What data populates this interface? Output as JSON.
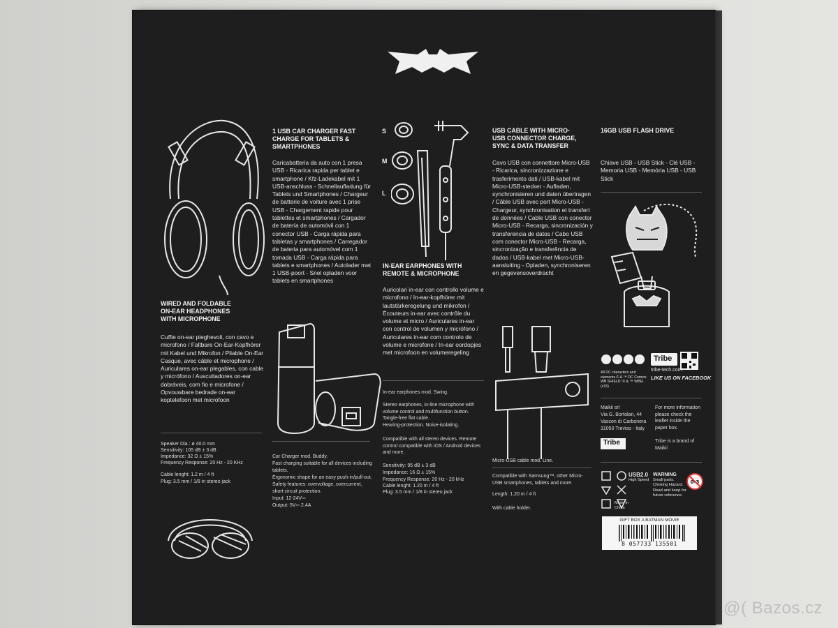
{
  "headphones": {
    "title": "WIRED AND FOLDABLE ON-EAR HEADPHONES WITH MICROPHONE",
    "body": "Cuffie on-ear pieghevoli, con cavo e microfono / Faltbare On-Ear-Kopfhörer mit Kabel und Mikrofon / Pliable On-Ear Casque, avec câble et microphone / Auriculares on-ear plegables, con cable y micrófono / Auscultadores on-ear dobráveis, com fio e microfone / Opvouwbare bedrade on-ear koptelefoon met microfoon",
    "spec1": "Speaker Dia.: ø 40.0 mm",
    "spec2": "Sensitivity: 105 dB ± 3 dB",
    "spec3": "Impedance: 32 Ω ± 15%",
    "spec4": "Frequency Response: 20 Hz - 20 KHz",
    "spec5": "Cable lenght: 1.2 m / 4 ft",
    "spec6": "Plug: 3.5 mm / 1/8 in stereo jack"
  },
  "charger": {
    "title": "1 USB CAR CHARGER FAST CHARGE FOR TABLETS & SMARTPHONES",
    "body": "Caricabatteria da auto con 1 presa USB - Ricarica rapida per tablet e smartphone / Kfz-Ladekabel mit 1 USB-anschluss - Schnellaufladung für Tablets und Smartphones / Chargeur de batterie de voiture avec 1 prise USB - Chargement rapide pour tablettes et smartphones / Cargador de batería de automóvil con 1 conector USB - Carga rápida para tabletas y smartphones / Carregador de bateria para automóvel com 1 tomada USB - Carga rápida para tablets e smartphones / Autolader met 1 USB-poort - Snel opladen voor tablets en smartphones",
    "spec1": "Car Charger mod. Buddy.",
    "spec2": "Fast charging suitable for all devices including tablets.",
    "spec3": "Ergonomic shape for an easy push-in/pull-out.",
    "spec4": "Safety features: overvoltage, overcurrent, short circuit protection.",
    "spec5": "Input: 12-24V⎓",
    "spec6": "Output: 5V⎓ 2.4A"
  },
  "earphones": {
    "size_s": "S",
    "size_m": "M",
    "size_l": "L",
    "title": "IN-EAR EARPHONES WITH REMOTE & MICROPHONE",
    "body": "Auricolari in-ear con controllo volume e microfono / In-ear-kopfhörer mit lautstärkeregelung und mikrofon / Écouteurs in-ear avec contrôle du volume et micro / Auriculares in-ear con control de volumen y micrófono / Auriculares in-ear com controlo de volume e microfone / In-ear oordopjes met microfoon en volumeregeling",
    "spec1": "In-ear earphones mod. Swing.",
    "spec2": "Stereo earphones, in-line microphone with volume control and multifunction button. Tangle-free flat cable.",
    "spec3": "Hearing-protection. Noise-isolating.",
    "spec4": "Compatible with all stereo devices. Remote control compatible with iOS / Android devices and more.",
    "spec5": "Sensitivity: 95 dB ± 3 dB",
    "spec6": "Impedance: 16 Ω ± 15%",
    "spec7": "Frequency Response: 20 Hz - 20 kHz",
    "spec8": "Cable lenght: 1.20 m / 4 ft",
    "spec9": "Plug: 3.5 mm / 1/8 in stereo jack"
  },
  "cable": {
    "title": "USB CABLE WITH MICRO-USB CONNECTOR CHARGE, SYNC & DATA TRANSFER",
    "body": "Cavo USB con connettore Micro-USB - Ricarica, sincronizzazione e trasferimento dati / USB-kabel mit Micro-USB-stecker - Aufladen, synchronisieren und daten übertragen / Câble USB avec port Micro-USB - Chargeur, synchronisation et transfert de données / Cable USB con conector Micro-USB - Recarga, sincronización y transferencia de datos / Cabo USB com conector Micro-USB - Recarga, sincronização e transferência de dados / USB-kabel met Micro-USB-aansluiting - Opladen, synchroniseren en gegevensoverdracht",
    "spec1": "Micro-USB cable mod. Line.",
    "spec2": "Compatible with Samsung™, other Micro-USB smartphones, tablets and more.",
    "spec3": "Length: 1.20 m / 4 ft",
    "spec4": "With cable holder."
  },
  "flash": {
    "title": "16GB USB FLASH DRIVE",
    "body": "Chiave USB - USB Stick - Clé USB - Memoria USB - Memória USB - USB Stick"
  },
  "footer": {
    "tribe_logo": "Tribe",
    "site": "tribe-tech.com",
    "facebook": "LIKE US ON FACEBOOK",
    "legal": "All DC characters and elements © & ™ DC Comics. WB SHIELD: © & ™ WBEI. (s15)",
    "company_l1": "Maikii srl",
    "company_l2": "Via G. Bortolan, 44",
    "company_l3": "Vascon di Carbonera",
    "company_l4": "31050 Treviso - Italy",
    "info": "For more information please check the leaflet inside the paper box.",
    "tribe_logo2": "Tribe",
    "brand_note": "Tribe is a brand of Maikii",
    "usb_badge": "USB2.0",
    "usb_speed": "High Speed",
    "warning_title": "WARNING",
    "warning_body": "Small parts. Choking Hazard. Read and keep for future reference.",
    "age": "0-3",
    "made_in": "Made in China",
    "product_name": "GIFT BOX A BATMAN MOVIE",
    "barcode": "8 057733 135501"
  },
  "watermark": "@( Bazos.cz"
}
